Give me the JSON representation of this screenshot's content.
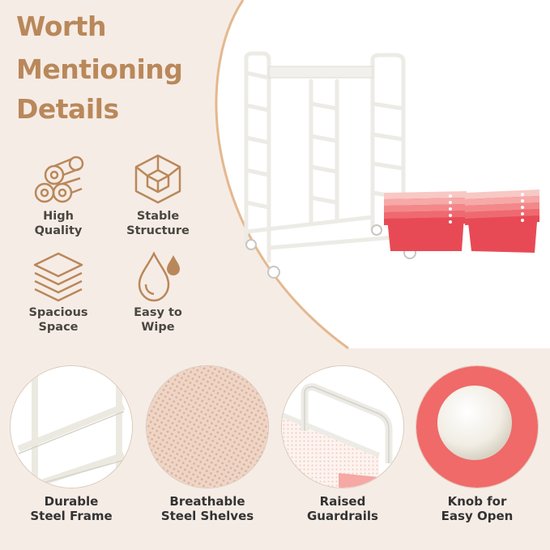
{
  "headline": [
    "Worth",
    "Mentioning",
    "Details"
  ],
  "features": [
    {
      "label": "High\nQuality",
      "icon": "rolls-icon"
    },
    {
      "label": "Stable\nStructure",
      "icon": "cube-icon"
    },
    {
      "label": "Spacious\nSpace",
      "icon": "layers-icon"
    },
    {
      "label": "Easy to\nWipe",
      "icon": "water-drop-icon"
    }
  ],
  "details": [
    {
      "caption": "Durable\nSteel Frame"
    },
    {
      "caption": "Breathable\nSteel Shelves"
    },
    {
      "caption": "Raised\nGuardrails"
    },
    {
      "caption": "Knob for\nEasy Open"
    }
  ],
  "colors": {
    "accent": "#b9885a",
    "panel_bg": "#f6ece6",
    "drawer": "#e84a55",
    "knob_bg": "#ef6a68"
  }
}
